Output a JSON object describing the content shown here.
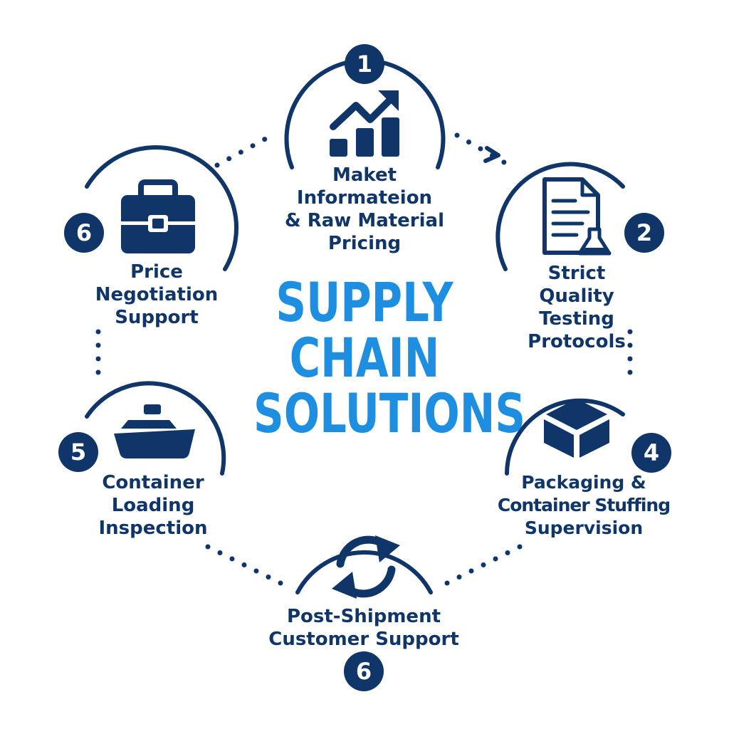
{
  "title": {
    "lines": [
      "SUPPLY",
      "CHAIN",
      "SOLUTIONS"
    ]
  },
  "colors": {
    "navy": "#0f3569",
    "title_blue": "#1e8fe0",
    "background": "#ffffff"
  },
  "steps": [
    {
      "badge": "1",
      "icon": "bar-chart-trend-icon",
      "lines": [
        "Maket",
        "Informateion",
        "& Raw Material",
        "Pricing"
      ]
    },
    {
      "badge": "2",
      "icon": "document-flask-icon",
      "lines": [
        "Strict",
        "Quality",
        "Testing",
        "Protocols"
      ]
    },
    {
      "badge": "4",
      "icon": "box-icon",
      "lines": [
        "Packaging &",
        "Container Stuffing",
        "Supervision"
      ]
    },
    {
      "badge": "6",
      "icon": "refresh-icon",
      "lines": [
        "Post-Shipment",
        "Customer Support"
      ]
    },
    {
      "badge": "5",
      "icon": "ship-icon",
      "lines": [
        "Container",
        "Loading",
        "Inspection"
      ]
    },
    {
      "badge": "6",
      "icon": "briefcase-icon",
      "lines": [
        "Price",
        "Negotiation",
        "Support"
      ]
    }
  ]
}
